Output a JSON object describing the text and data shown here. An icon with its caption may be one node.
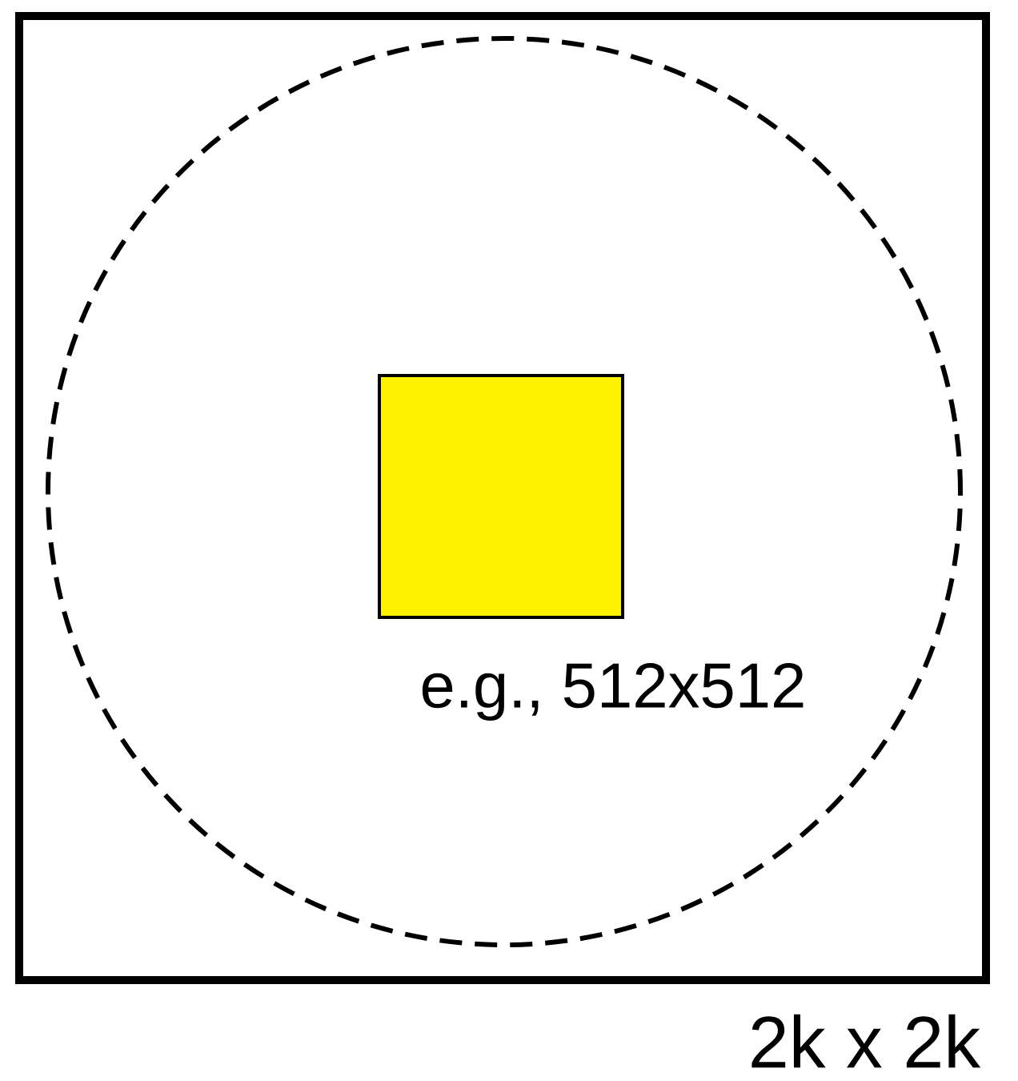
{
  "diagram": {
    "nodes": [
      {
        "text": [],
        "shape": "box",
        "beside": [
          "2k x 2k"
        ]
      },
      {
        "text": [],
        "shape": "circle",
        "in": 0
      },
      {
        "text": [],
        "shape": "box",
        "in": 1,
        "beside": [
          "e.g., 512x512"
        ]
      }
    ]
  }
}
